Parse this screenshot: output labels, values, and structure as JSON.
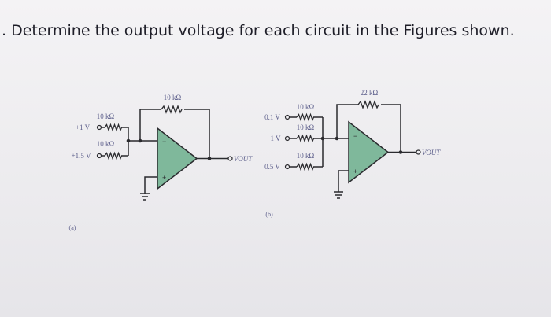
{
  "question": ". Determine the output voltage for each circuit in the Figures shown.",
  "circuit_a": {
    "label": "(a)",
    "feedback_resistor": "10 kΩ",
    "inputs": [
      {
        "voltage": "+1 V",
        "resistor": "10 kΩ"
      },
      {
        "voltage": "+1.5 V",
        "resistor": "10 kΩ"
      }
    ],
    "output_label": "VOUT"
  },
  "circuit_b": {
    "label": "(b)",
    "feedback_resistor": "22 kΩ",
    "inputs": [
      {
        "voltage": "0.1 V",
        "resistor": "10 kΩ"
      },
      {
        "voltage": "1 V",
        "resistor": "10 kΩ"
      },
      {
        "voltage": "0.5 V",
        "resistor": "10 kΩ"
      }
    ],
    "output_label": "VOUT"
  },
  "colors": {
    "text": "#1e1e28",
    "wire": "#2a2a2e",
    "opamp_fill": "#7fb89b",
    "label": "#5b5d8a"
  }
}
